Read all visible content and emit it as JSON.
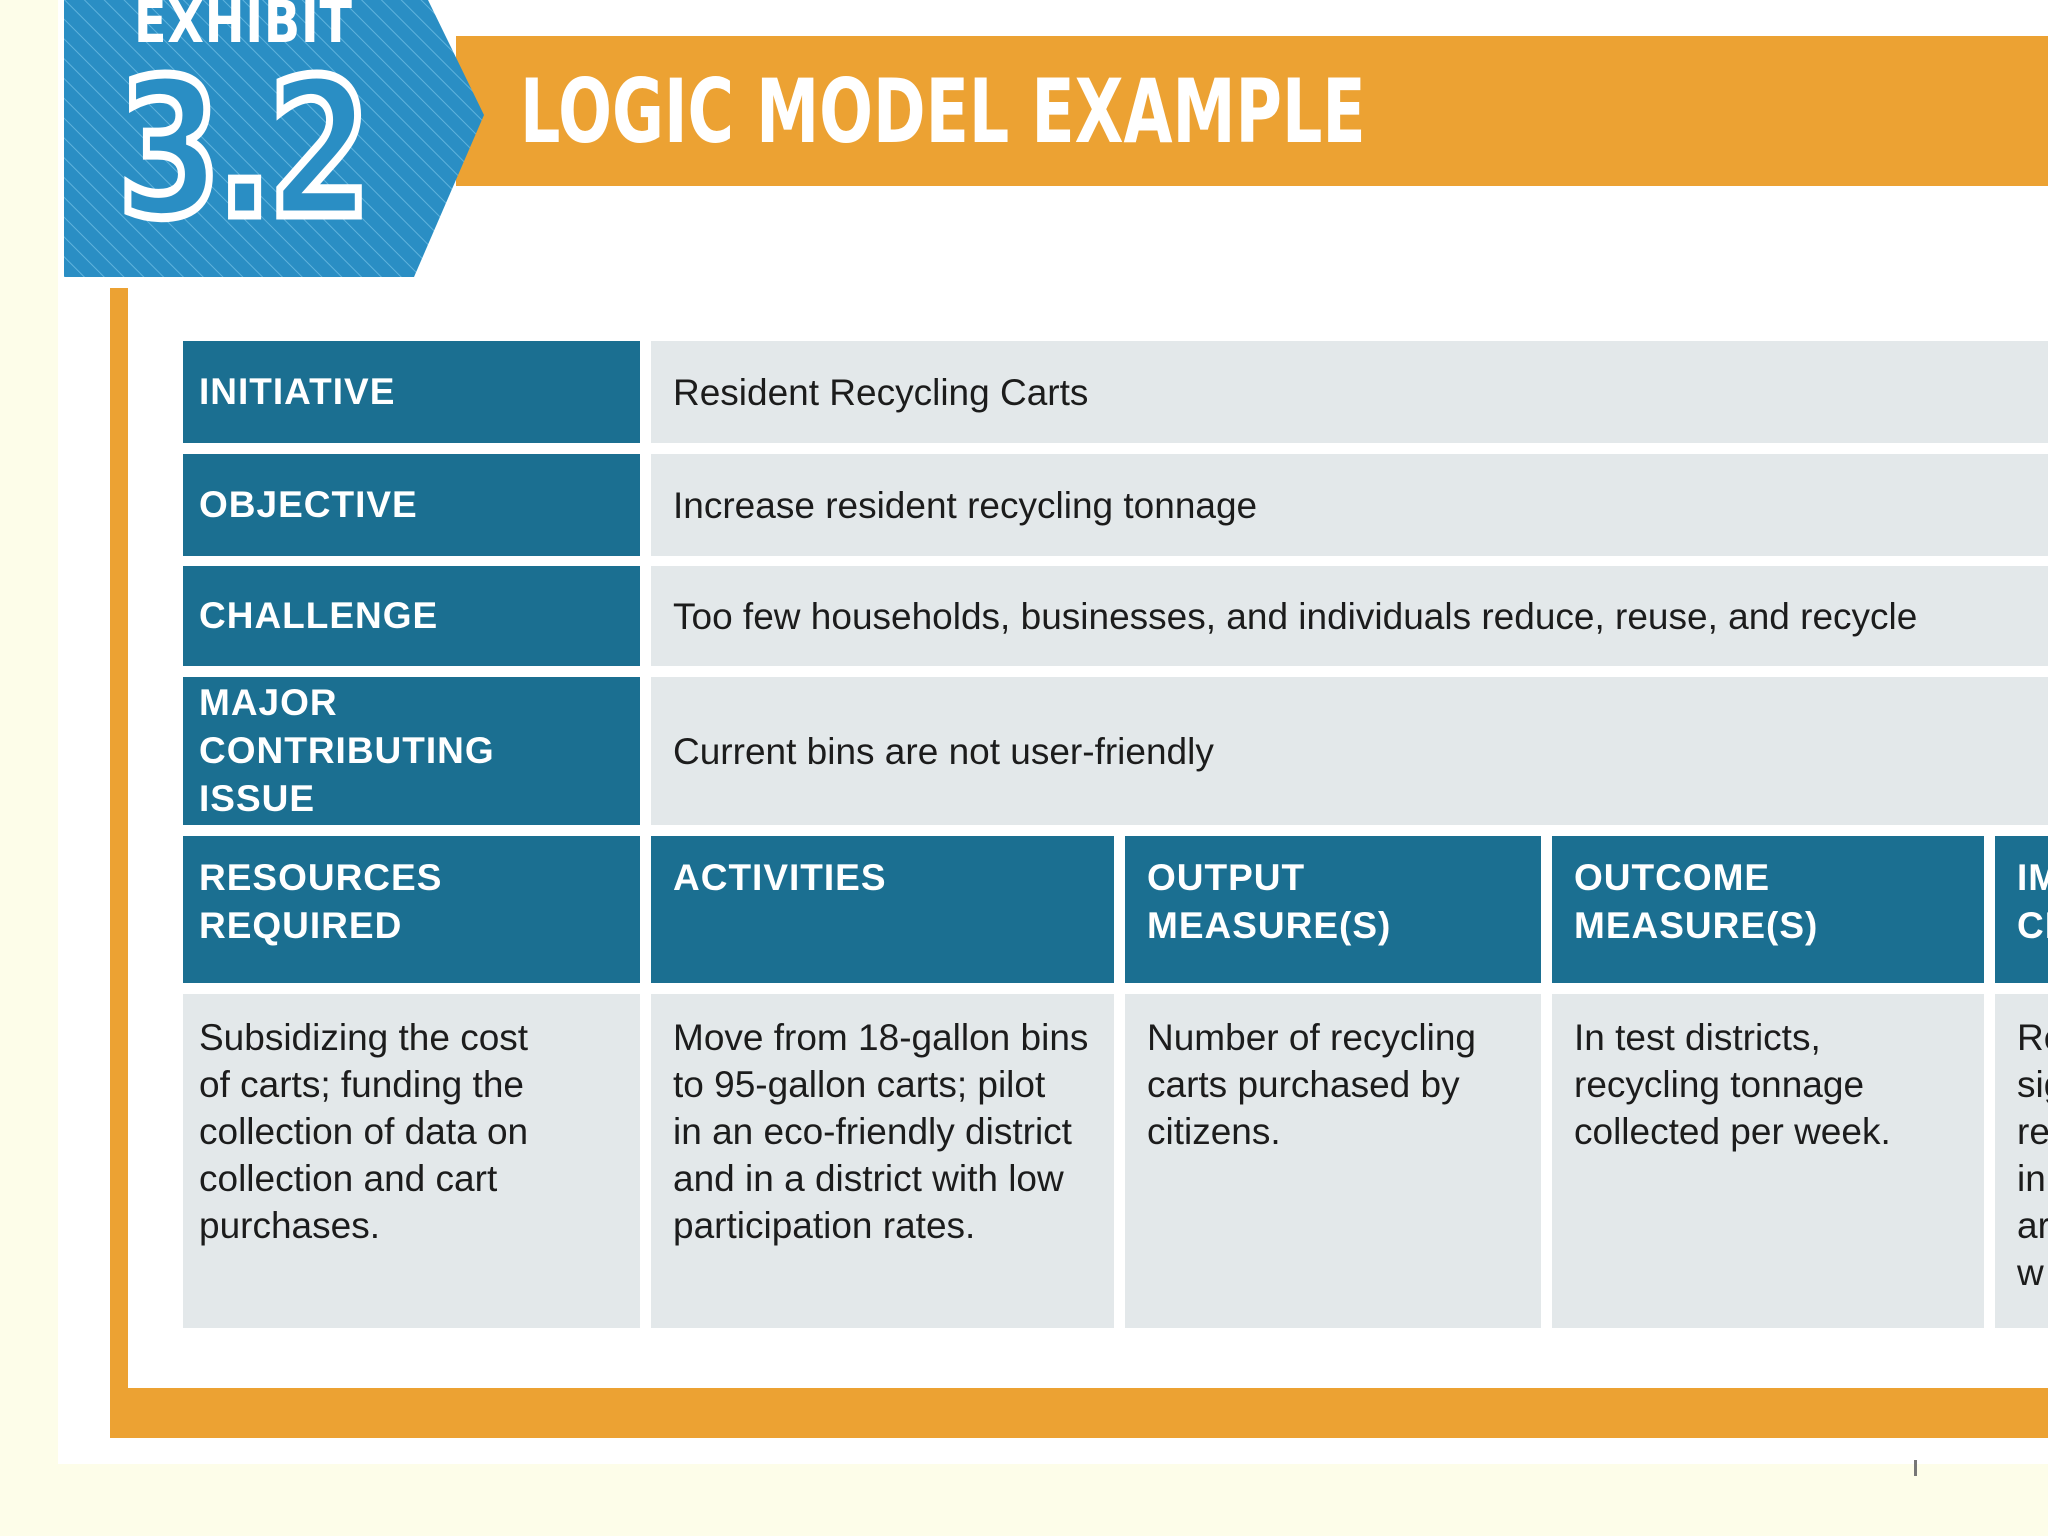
{
  "exhibit": {
    "label": "EXHIBIT",
    "number": "3.2",
    "title": "LOGIC MODEL EXAMPLE"
  },
  "colors": {
    "orange": "#eca233",
    "teal_header": "#1b6f91",
    "badge_blue": "#2a8ec4",
    "cell_gray": "#e3e8ea",
    "background": "#fdfde9"
  },
  "rows": {
    "initiative": {
      "label": "INITIATIVE",
      "value": "Resident Recycling Carts"
    },
    "objective": {
      "label": "OBJECTIVE",
      "value": "Increase resident recycling tonnage"
    },
    "challenge": {
      "label": "CHALLENGE",
      "value": "Too few households, businesses, and individuals reduce, reuse, and recycle"
    },
    "issue": {
      "label_line1": "MAJOR CONTRIBUTING",
      "label_line2": "ISSUE",
      "value": "Current bins are not user-friendly"
    }
  },
  "columns": {
    "resources": {
      "header_line1": "RESOURCES",
      "header_line2": "REQUIRED",
      "lines": [
        "Subsidizing the cost",
        "of carts; funding the",
        "collection of data on",
        "collection and cart",
        "purchases."
      ]
    },
    "activities": {
      "header_line1": "ACTIVITIES",
      "header_line2": "",
      "lines": [
        "Move from 18-gallon bins",
        "to 95-gallon carts; pilot",
        "in an eco-friendly district",
        "and in a district with low",
        "participation rates."
      ]
    },
    "output": {
      "header_line1": "OUTPUT",
      "header_line2": "MEASURE(S)",
      "lines": [
        "Number of recycling",
        "carts purchased by",
        "citizens."
      ]
    },
    "outcome": {
      "header_line1": "OUTCOME",
      "header_line2": "MEASURE(S)",
      "lines": [
        "In test districts,",
        "recycling tonnage",
        "collected per week."
      ]
    },
    "impact": {
      "header_line1": "IM",
      "header_line2": "CI",
      "lines": [
        "Re",
        "sig",
        "re",
        "in",
        "ar",
        "w"
      ]
    }
  }
}
